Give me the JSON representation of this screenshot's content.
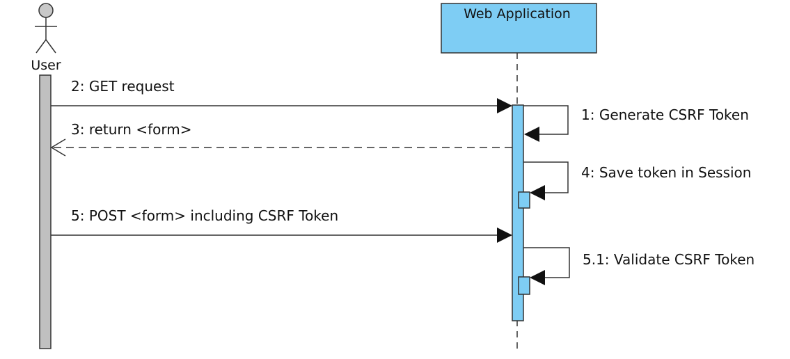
{
  "participants": {
    "user": {
      "label": "User",
      "head_fill": "#c8c8c8",
      "bar_fill": "#c0c0c0"
    },
    "app": {
      "label": "Web Application",
      "box_fill": "#7ecdf4",
      "bar_fill": "#7ecdf4"
    }
  },
  "messages": [
    {
      "id": "m1",
      "label": "1: Generate CSRF Token",
      "kind": "self-call"
    },
    {
      "id": "m2",
      "label": "2: GET request",
      "kind": "sync"
    },
    {
      "id": "m3",
      "label": "3: return <form>",
      "kind": "return"
    },
    {
      "id": "m4",
      "label": "4: Save token in Session",
      "kind": "self-call"
    },
    {
      "id": "m5",
      "label": "5: POST <form> including CSRF Token",
      "kind": "sync"
    },
    {
      "id": "m51",
      "label": "5.1: Validate CSRF Token",
      "kind": "self-call"
    }
  ]
}
